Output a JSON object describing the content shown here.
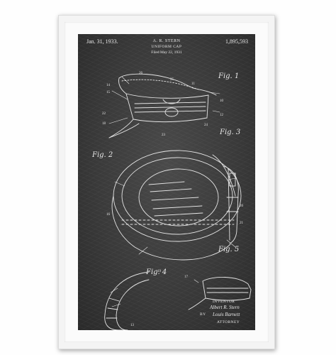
{
  "patent": {
    "date": "Jan. 31, 1933.",
    "inventor_name": "A. R. STERN",
    "number": "1,895,593",
    "title": "UNIFORM CAP",
    "filed": "Filed May 22, 1931"
  },
  "figures": {
    "fig1": "Fig. 1",
    "fig2": "Fig. 2",
    "fig3": "Fig. 3",
    "fig4": "Fig. 4",
    "fig5": "Fig. 5"
  },
  "signature_block": {
    "inventor_label": "INVENTOR",
    "inventor_signature": "Albert R. Stern",
    "by": "BY",
    "attorney_signature": "Louis Barnett",
    "attorney_label": "ATTORNEY"
  },
  "reference_numerals": [
    "26",
    "14",
    "15",
    "11",
    "25",
    "10",
    "22",
    "18",
    "23",
    "24",
    "12",
    "19",
    "16",
    "20",
    "21",
    "13",
    "17"
  ],
  "colors": {
    "chalkboard": "#3a3a3a",
    "chalk_line": "#e8e8e8",
    "frame": "#f4f4f4"
  }
}
